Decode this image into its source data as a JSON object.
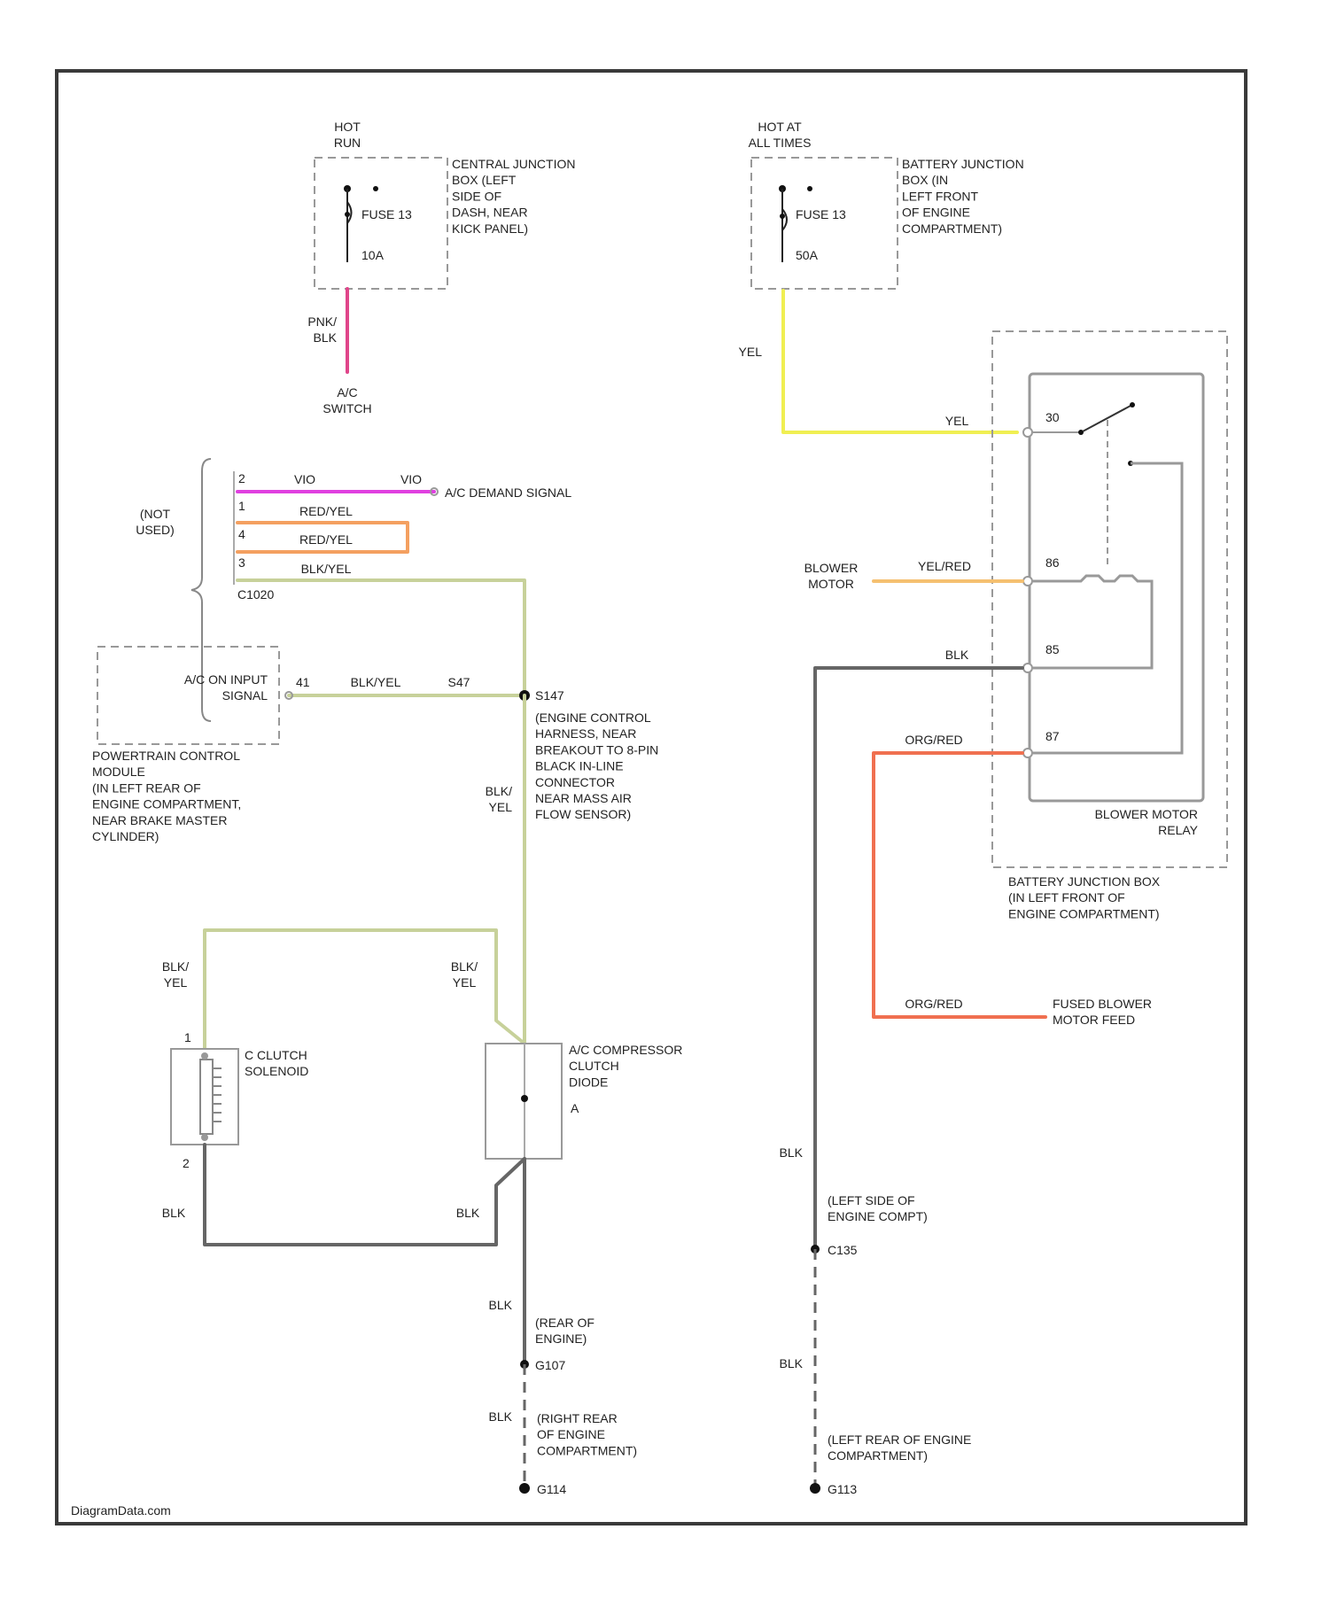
{
  "colors": {
    "frame": "#3a3a3a",
    "pink_blk": "#e0458a",
    "yel": "#f0ef52",
    "vio": "#e040e0",
    "red_yel": "#f4a060",
    "blk_yel": "#c7d19a",
    "yel_red": "#f5c070",
    "org_red": "#f07050",
    "blk": "#666666",
    "component": "#999999"
  },
  "top_left_junction": {
    "hot_label": "HOT\nRUN",
    "fuse": "FUSE 13",
    "rating": "10A",
    "location": "CENTRAL JUNCTION\nBOX (LEFT\nSIDE OF\nDASH, NEAR\nKICK PANEL)",
    "wire_color": "PNK/\nBLK",
    "destination": "A/C\nSWITCH"
  },
  "top_right_junction": {
    "hot_label": "HOT AT\nALL TIMES",
    "fuse": "FUSE 13",
    "rating": "50A",
    "location": "BATTERY JUNCTION\nBOX (IN\nLEFT FRONT\nOF ENGINE\nCOMPARTMENT)",
    "wire_color": "YEL"
  },
  "connector_c1020": {
    "name": "C1020",
    "not_used_label": "(NOT\nUSED)",
    "pins": [
      {
        "pin": "2",
        "wire": "VIO",
        "wire2": "VIO"
      },
      {
        "pin": "1",
        "wire": "RED/YEL"
      },
      {
        "pin": "4",
        "wire": "RED/YEL"
      },
      {
        "pin": "3",
        "wire": "BLK/YEL"
      }
    ],
    "signal": "A/C DEMAND SIGNAL"
  },
  "pcm": {
    "input": "A/C ON INPUT\nSIGNAL",
    "pin": "41",
    "wire": "BLK/YEL",
    "wire_pin": "S47",
    "description": "POWERTRAIN CONTROL\nMODULE\n(IN LEFT REAR OF\nENGINE COMPARTMENT,\nNEAR BRAKE MASTER\nCYLINDER)"
  },
  "splice_s147": {
    "name": "S147",
    "description": "(ENGINE CONTROL\nHARNESS, NEAR\nBREAKOUT TO 8-PIN\nBLACK IN-LINE\nCONNECTOR\nNEAR MASS AIR\nFLOW SENSOR)",
    "wire": "BLK/\nYEL"
  },
  "clutch": {
    "name": "C CLUTCH\nSOLENOID",
    "pin1": "1",
    "pin2": "2",
    "wire_top": "BLK/\nYEL",
    "wire_bottom": "BLK"
  },
  "diode": {
    "name": "A/C COMPRESSOR\nCLUTCH\nDIODE",
    "letter": "A",
    "wire_top": "BLK/\nYEL",
    "wire_bottom": "BLK"
  },
  "ground_g107": {
    "wire": "BLK",
    "location": "(REAR OF\nENGINE)",
    "name": "G107"
  },
  "ground_g114": {
    "wire": "BLK",
    "location": "(RIGHT REAR\nOF ENGINE\nCOMPARTMENT)",
    "name": "G114"
  },
  "relay": {
    "name": "BLOWER MOTOR\nRELAY",
    "box": "BATTERY JUNCTION BOX\n(IN LEFT FRONT OF\nENGINE COMPARTMENT)",
    "pins": [
      "30",
      "86",
      "85",
      "87"
    ],
    "yel_wire": "YEL",
    "blower_label": "BLOWER\nMOTOR",
    "blower_wire": "YEL/RED",
    "blk_wire": "BLK",
    "org_wire": "ORG/RED",
    "org_wire2": "ORG/RED",
    "fused_feed": "FUSED BLOWER\nMOTOR FEED"
  },
  "ground_c135": {
    "wire": "BLK",
    "location": "(LEFT SIDE OF\nENGINE COMPT)",
    "name": "C135"
  },
  "ground_g113": {
    "wire": "BLK",
    "location": "(LEFT REAR OF ENGINE\nCOMPARTMENT)",
    "name": "G113"
  },
  "watermark": "DiagramData.com"
}
